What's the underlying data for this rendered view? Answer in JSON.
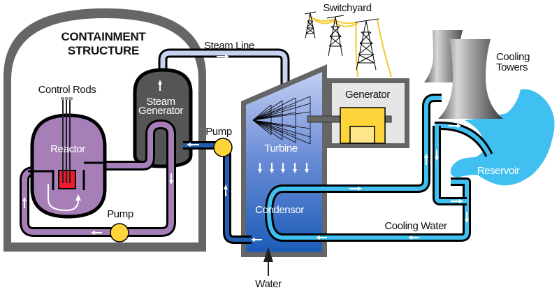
{
  "title": "Nuclear Power Plant (Pressurized Water Reactor) Diagram",
  "labels": {
    "containment_line1": "CONTAINMENT",
    "containment_line2": "STRUCTURE",
    "control_rods": "Control Rods",
    "reactor": "Reactor",
    "steam_generator_line1": "Steam",
    "steam_generator_line2": "Generator",
    "steam_line": "Steam Line",
    "primary_pump": "Pump",
    "secondary_pump": "Pump",
    "turbine": "Turbine",
    "condensor": "Condensor",
    "water": "Water",
    "generator": "Generator",
    "switchyard": "Switchyard",
    "cooling_towers_line1": "Cooling",
    "cooling_towers_line2": "Towers",
    "reservoir": "Reservoir",
    "cooling_water": "Cooling Water"
  },
  "colors": {
    "containment": "#666666",
    "primary_loop": "#a77fb8",
    "reactor_core": "#ee1c2e",
    "steam_generator": "#4d4d4d",
    "steam_line": "#c8d2f0",
    "secondary_loop": "#1f5fb3",
    "turbine_top": "#b8c8ef",
    "turbine_bottom": "#1d5fb9",
    "generator_housing": "#e6e6e6",
    "generator_body": "#fdd43a",
    "generator_core": "#fde58c",
    "pump": "#fdd43a",
    "cooling_water": "#3fc0f0",
    "reservoir": "#3fc0f0",
    "power_lines": "#f5c92e"
  }
}
